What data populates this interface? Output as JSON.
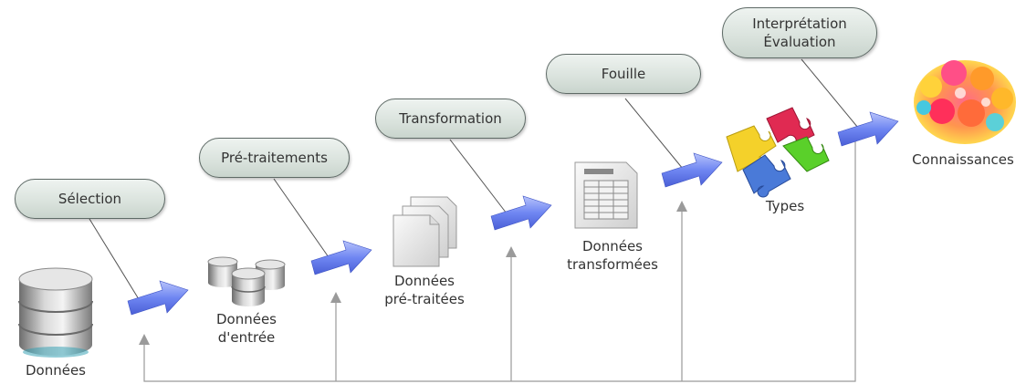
{
  "steps": {
    "selection": "Sélection",
    "pretraitements": "Pré-traitements",
    "transformation": "Transformation",
    "fouille": "Fouille",
    "interpretation_line1": "Interprétation",
    "interpretation_line2": "Évaluation"
  },
  "artifacts": {
    "donnees": "Données",
    "entree_line1": "Données",
    "entree_line2": "d'entrée",
    "pretraitees_line1": "Données",
    "pretraitees_line2": "pré-traitées",
    "transformees_line1": "Données",
    "transformees_line2": "transformées",
    "types": "Types",
    "connaissances": "Connaissances"
  },
  "icons": {
    "database": "database-icon",
    "databases": "multiple-databases-icon",
    "documents": "document-stack-icon",
    "table": "table-document-icon",
    "puzzle": "puzzle-pieces-icon",
    "brain": "brain-gears-icon",
    "arrow": "blue-flow-arrow-icon"
  },
  "colors": {
    "arrow_fill": "#6f86f2",
    "pill_fill": "#dde6e0",
    "feedback_line": "#9a9a9a"
  }
}
